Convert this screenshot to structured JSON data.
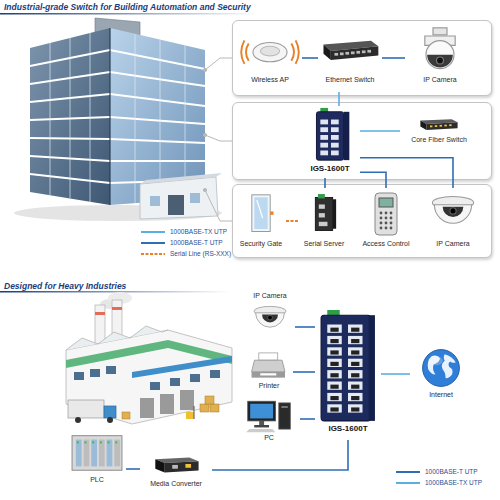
{
  "diagram": {
    "title": "Industrial-grade Switch for Building Automation and Security",
    "nodes": [
      {
        "text": []
      },
      {
        "text": [
          "Wireless AP"
        ],
        "in": 0
      },
      {
        "text": [
          "Ethernet Switch"
        ],
        "in": 0
      },
      {
        "text": [
          "IP Camera"
        ],
        "in": 0
      },
      {
        "text": []
      },
      {
        "text": [
          "IGS-1600T"
        ],
        "in": 4
      },
      {
        "text": [
          "Core Fiber Switch"
        ],
        "in": 4
      },
      {
        "text": []
      },
      {
        "text": [
          "Security Gate"
        ],
        "in": 7
      },
      {
        "text": [
          "Serial Server"
        ],
        "in": 7
      },
      {
        "text": [
          "Access Control"
        ],
        "in": 7
      },
      {
        "text": [
          "IP Camera"
        ],
        "in": 7
      },
      {
        "text": [
          "IP Camera"
        ]
      },
      {
        "text": [
          "Printer"
        ]
      },
      {
        "text": [
          "IGS-1600T"
        ]
      },
      {
        "text": [
          "Internet"
        ]
      },
      {
        "text": [
          "PLC"
        ]
      },
      {
        "text": [
          "Media Converter"
        ]
      },
      {
        "text": [
          "PC"
        ]
      }
    ],
    "edges": [
      {
        "from": 1,
        "to": 2,
        "arrow": "none"
      },
      {
        "from": 3,
        "to": 2,
        "arrow": "none"
      },
      {
        "from": 2,
        "to": 5,
        "arrow": "none"
      },
      {
        "from": 5,
        "to": 6,
        "arrow": "none"
      },
      {
        "from": 9,
        "to": 5,
        "arrow": "none"
      },
      {
        "from": 10,
        "to": 5,
        "arrow": "none"
      },
      {
        "from": 11,
        "to": 5,
        "arrow": "none"
      },
      {
        "from": 9,
        "to": 8,
        "arrow": "none"
      },
      {
        "from": 12,
        "to": 14,
        "arrow": "none"
      },
      {
        "from": 13,
        "to": 14,
        "arrow": "none"
      },
      {
        "from": 18,
        "to": 14,
        "arrow": "none"
      },
      {
        "from": 14,
        "to": 15,
        "arrow": "none"
      },
      {
        "from": 16,
        "to": 17,
        "arrow": "none"
      },
      {
        "from": 17,
        "to": 14,
        "arrow": "none"
      }
    ],
    "labels": [
      "Designed for Heavy Industries"
    ],
    "legend": [
      {
        "text": "1000BASE-TX UTP"
      },
      {
        "text": "1000BASE-T UTP"
      },
      {
        "text": "Serial Line (RS-XXX)"
      },
      {
        "text": "1000BASE-T UTP"
      },
      {
        "text": "1000BASE-TX UTP"
      }
    ]
  }
}
